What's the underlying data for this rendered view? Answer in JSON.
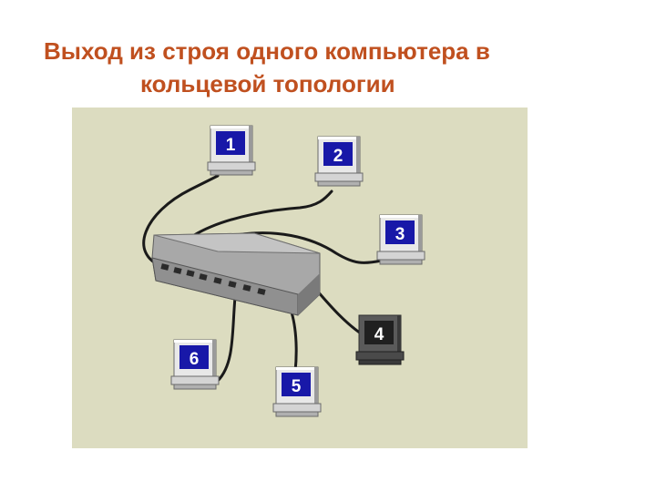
{
  "title": {
    "line1": "Выход из строя одного компьютера в",
    "line2": "кольцевой топологии"
  },
  "diagram": {
    "hub_icon": "hub-icon",
    "computers": [
      {
        "number": "1",
        "status": "working"
      },
      {
        "number": "2",
        "status": "working"
      },
      {
        "number": "3",
        "status": "working"
      },
      {
        "number": "4",
        "status": "failed"
      },
      {
        "number": "5",
        "status": "working"
      },
      {
        "number": "6",
        "status": "working"
      }
    ],
    "colors": {
      "title": "#c0501f",
      "background": "#dcdcc0",
      "screen": "#1818a8",
      "failed_screen": "#202020",
      "cable": "#1a1a1a"
    }
  }
}
